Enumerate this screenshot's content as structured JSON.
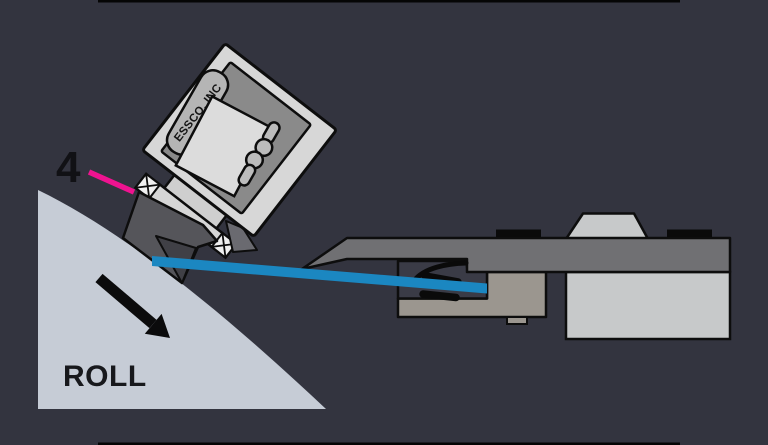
{
  "diagram": {
    "description": "doctor-blade-angle-gauge-on-roll-cross-section",
    "labels": {
      "roll": "ROLL",
      "device_brand": "ESSCO, INC",
      "callout_number": "4"
    },
    "colors": {
      "background": "#33343f",
      "frame_border": "#050505",
      "roll_surface": "#c6ccd6",
      "roll_text": "#17181c",
      "arrow": "#0b0b0c",
      "callout_pink": "#ef1390",
      "callout_text": "#111115",
      "blade_blue": "#1b87c1",
      "device_case": "#d7d7d7",
      "device_panel": "#8a8a8a",
      "device_screen": "#dcdcdc",
      "device_strip": "#b5b5b5",
      "device_buttons": "#bcbcbc",
      "brand_text": "#141414",
      "collar": "#d6d6d6",
      "collar_cap": "#f0f0f0",
      "neck": "#cfcfcf",
      "probe_dark": "#55555a",
      "probe_front": "#404046",
      "probe_facet": "#6a6a70",
      "holder_bar": "#707073",
      "holder_clamp": "#9b968f",
      "holder_block": "#c7c9ca",
      "holder_slot": "#3a3b46",
      "clamp_hardware": "#0a0a0a",
      "outline": "#0d0d0d"
    }
  }
}
